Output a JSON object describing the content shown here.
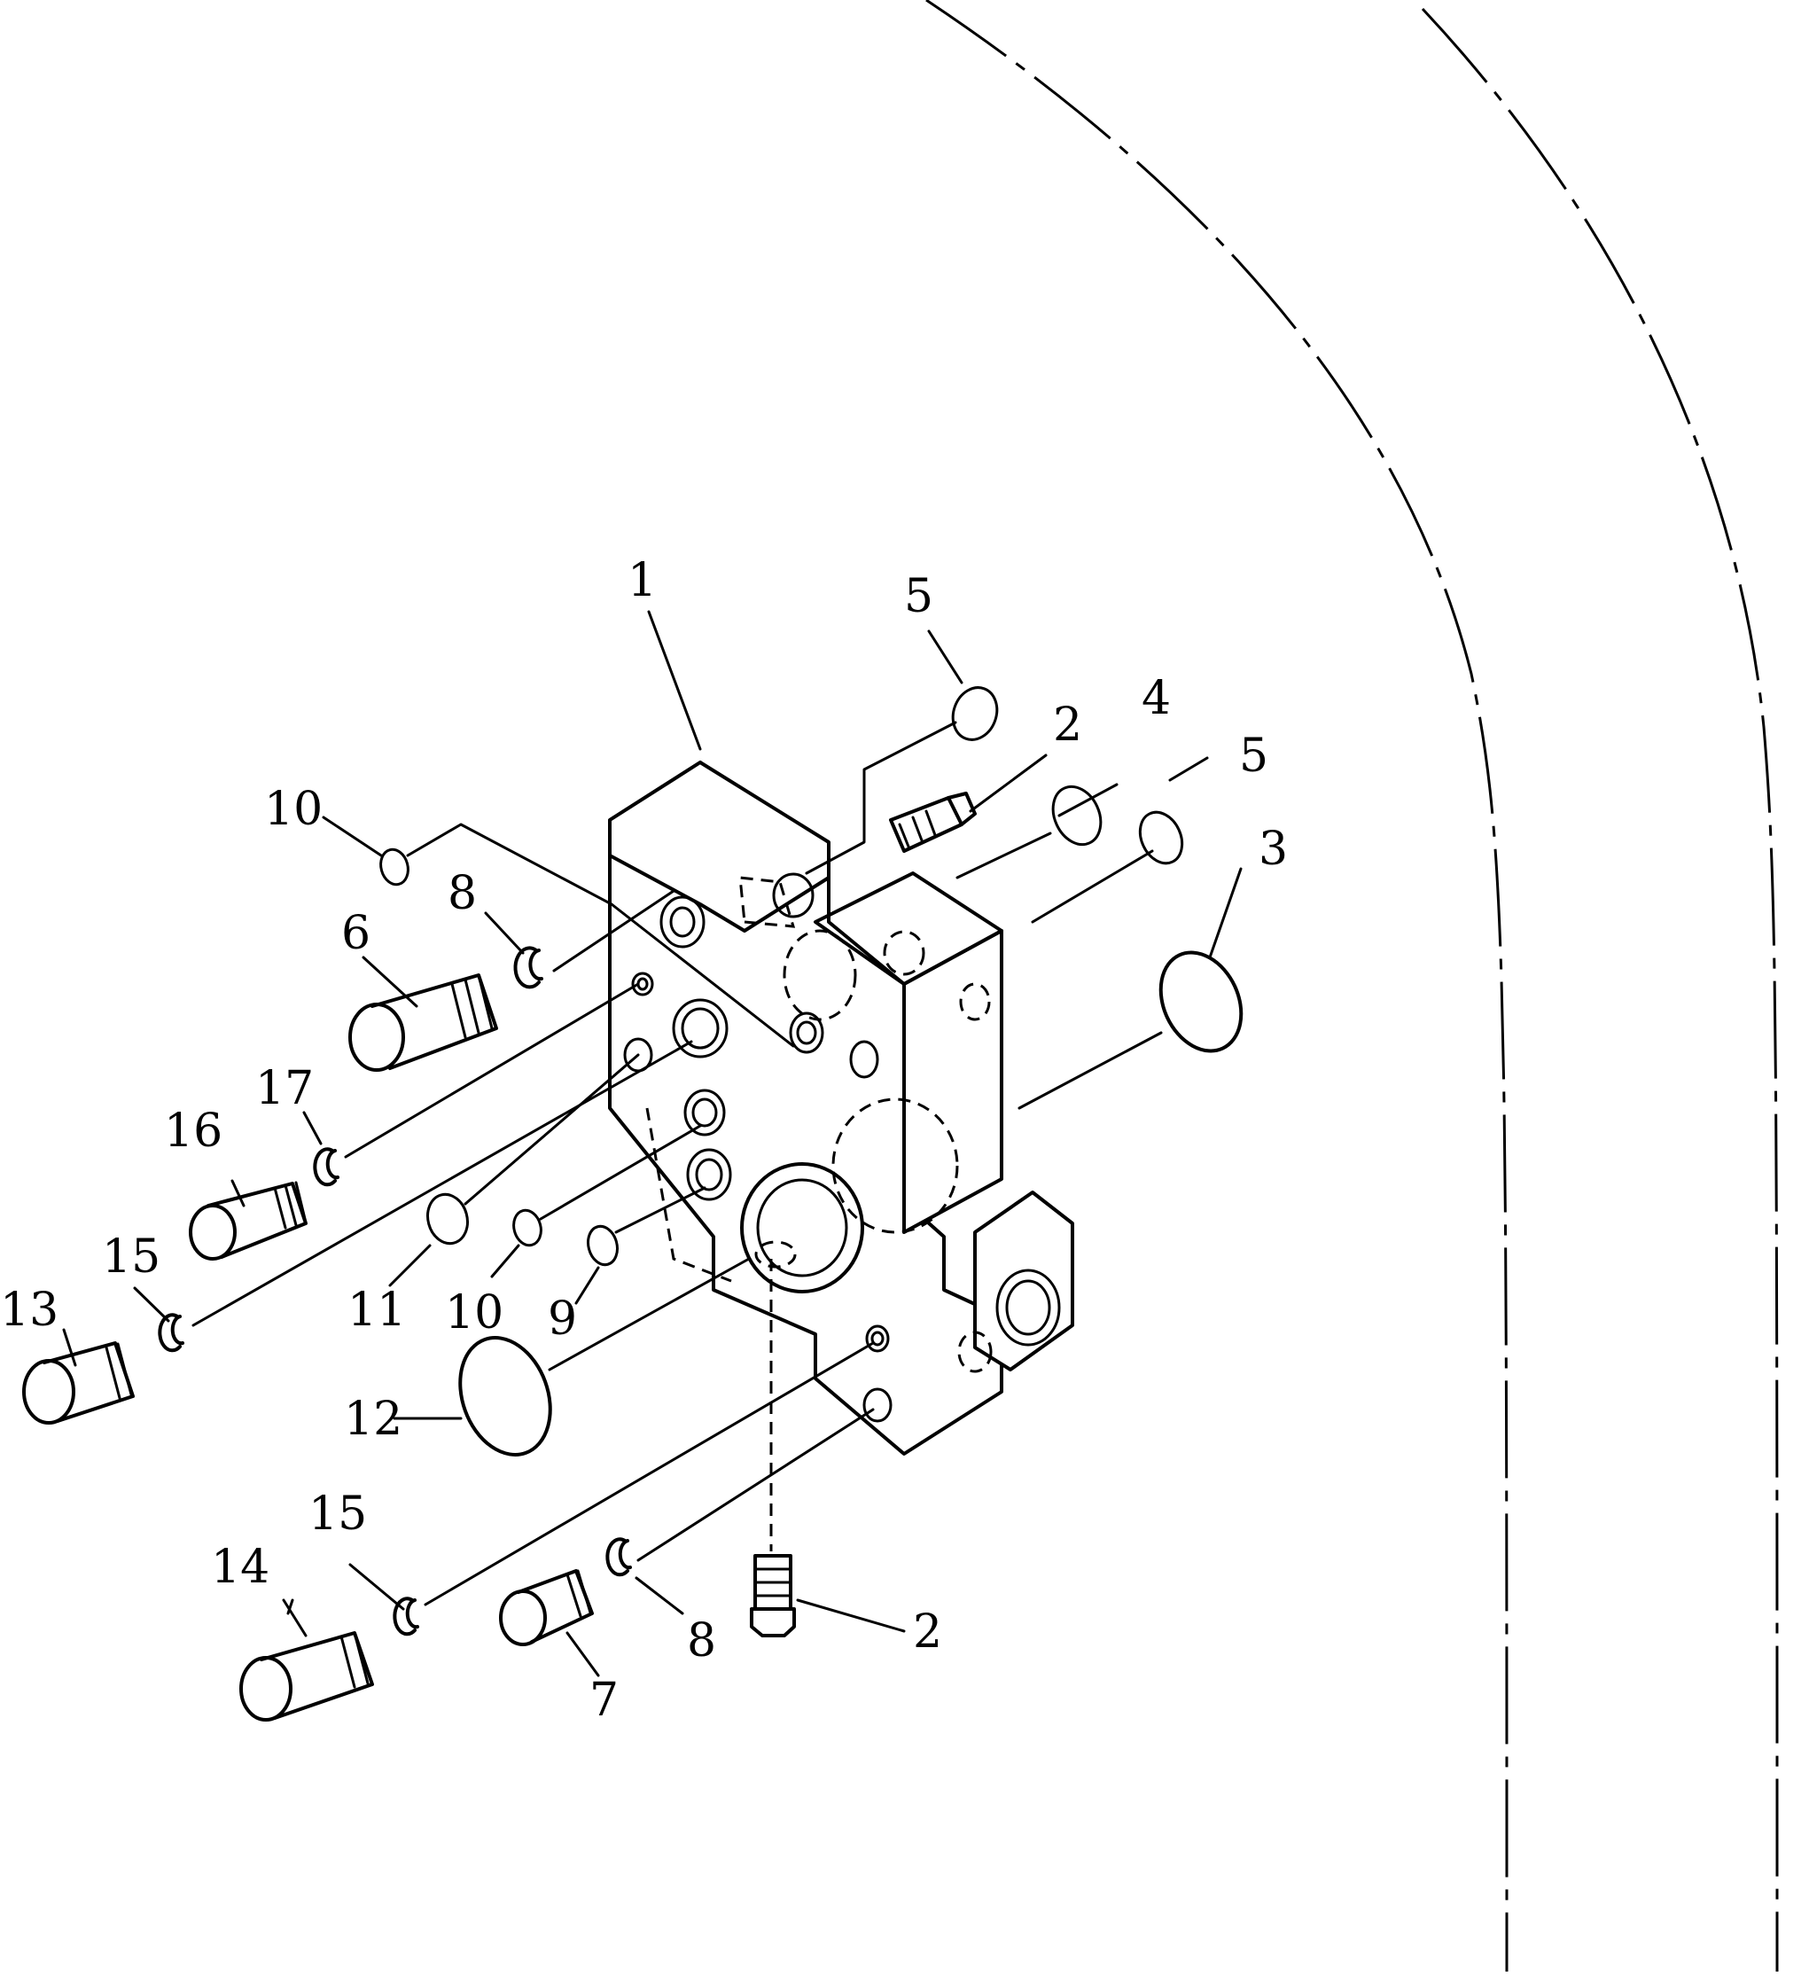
{
  "callouts": [
    {
      "id": "c1",
      "label": "1"
    },
    {
      "id": "c5a",
      "label": "5"
    },
    {
      "id": "c2a",
      "label": "2"
    },
    {
      "id": "c4",
      "label": "4"
    },
    {
      "id": "c5b",
      "label": "5"
    },
    {
      "id": "c3",
      "label": "3"
    },
    {
      "id": "c10a",
      "label": "10"
    },
    {
      "id": "c8a",
      "label": "8"
    },
    {
      "id": "c6",
      "label": "6"
    },
    {
      "id": "c17",
      "label": "17"
    },
    {
      "id": "c16",
      "label": "16"
    },
    {
      "id": "c15a",
      "label": "15"
    },
    {
      "id": "c13",
      "label": "13"
    },
    {
      "id": "c11",
      "label": "11"
    },
    {
      "id": "c10b",
      "label": "10"
    },
    {
      "id": "c9",
      "label": "9"
    },
    {
      "id": "c12",
      "label": "12"
    },
    {
      "id": "c15b",
      "label": "15"
    },
    {
      "id": "c14",
      "label": "14"
    },
    {
      "id": "c8b",
      "label": "8"
    },
    {
      "id": "c7",
      "label": "7"
    },
    {
      "id": "c2b",
      "label": "2"
    }
  ]
}
